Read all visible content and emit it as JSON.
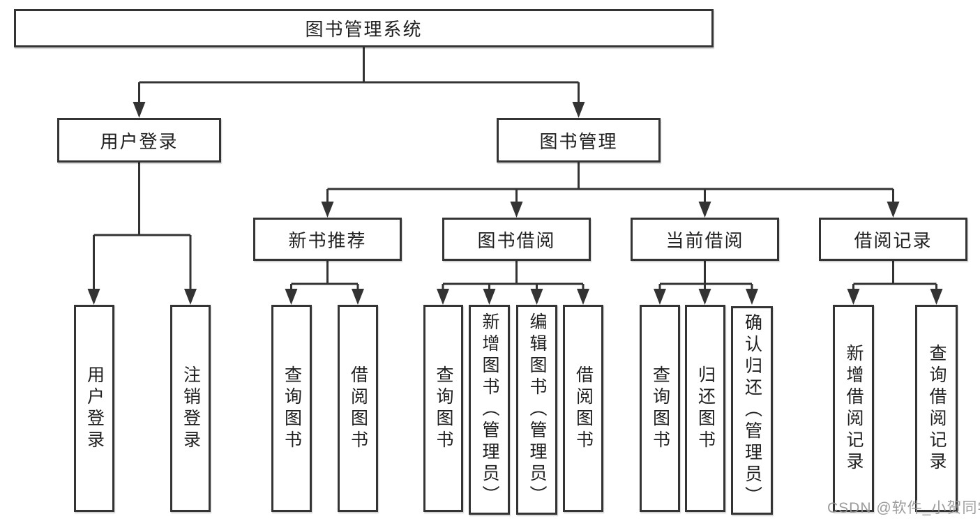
{
  "nodes": {
    "root": "图书管理系统",
    "user_login": "用户登录",
    "book_mgmt": "图书管理",
    "new_book_rec": "新书推荐",
    "book_borrow": "图书借阅",
    "current_borrow": "当前借阅",
    "borrow_record": "借阅记录",
    "leaf_user_login": "用户登录",
    "leaf_logout": "注销登录",
    "leaf_query_book_1": "查询图书",
    "leaf_borrow_book_1": "借阅图书",
    "leaf_query_book_2": "查询图书",
    "leaf_add_book": "新增图书（管理员）",
    "leaf_edit_book": "编辑图书（管理员）",
    "leaf_borrow_book_2": "借阅图书",
    "leaf_query_book_3": "查询图书",
    "leaf_return_book": "归还图书",
    "leaf_confirm_return": "确认归还（管理员）",
    "leaf_add_borrow_record": "新增借阅记录",
    "leaf_query_borrow_record": "查询借阅记录"
  },
  "hierarchy": {
    "图书管理系统": {
      "用户登录": [
        "用户登录",
        "注销登录"
      ],
      "图书管理": {
        "新书推荐": [
          "查询图书",
          "借阅图书"
        ],
        "图书借阅": [
          "查询图书",
          "新增图书（管理员）",
          "编辑图书（管理员）",
          "借阅图书"
        ],
        "当前借阅": [
          "查询图书",
          "归还图书",
          "确认归还（管理员）"
        ],
        "借阅记录": [
          "新增借阅记录",
          "查询借阅记录"
        ]
      }
    }
  },
  "watermark": "CSDN @软件_小贺同学",
  "colors": {
    "line": "#333333",
    "box_border": "#343434",
    "text": "#1f1f1f",
    "background": "#ffffff",
    "watermark": "#949494"
  }
}
